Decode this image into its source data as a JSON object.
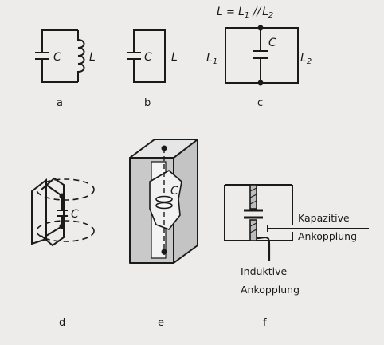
{
  "panels": {
    "a": {
      "label": "a",
      "capacitor": "C",
      "inductor": "L"
    },
    "b": {
      "label": "b",
      "capacitor": "C",
      "inductor": "L"
    },
    "c": {
      "label": "c",
      "formula": {
        "L": "L",
        "eq": " = ",
        "L1": "L",
        "s1": "1",
        "par": " //",
        "L2": "L",
        "s2": "2"
      },
      "capacitor": "C",
      "left_inductor": {
        "main": "L",
        "sub": "1"
      },
      "right_inductor": {
        "main": "L",
        "sub": "2"
      }
    },
    "d": {
      "label": "d",
      "capacitor": "C"
    },
    "e": {
      "label": "e",
      "capacitor": "C"
    },
    "f": {
      "label": "f",
      "capacitive_coupling": [
        "Kapazitive",
        "Ankopplung"
      ],
      "inductive_coupling": [
        "Induktive",
        "Ankopplung"
      ]
    }
  }
}
